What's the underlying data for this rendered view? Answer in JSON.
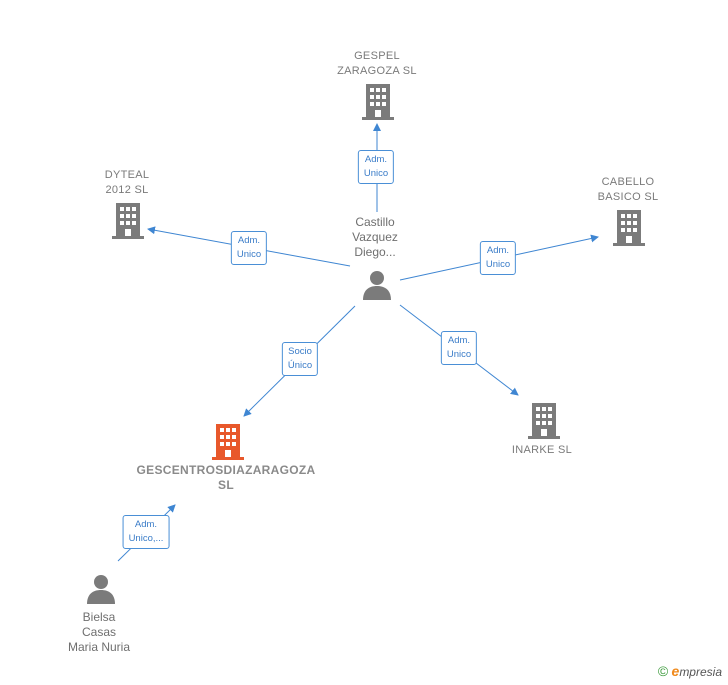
{
  "colors": {
    "building": "#7b7b7b",
    "building_highlight": "#e8582b",
    "person": "#7b7b7b",
    "edge": "#3f86d2"
  },
  "nodes": {
    "gespel": {
      "line1": "GESPEL",
      "line2": "ZARAGOZA  SL"
    },
    "dyteal": {
      "line1": "DYTEAL",
      "line2": "2012 SL"
    },
    "cabello": {
      "line1": "CABELLO",
      "line2": "BASICO SL"
    },
    "inarke": {
      "line1": "INARKE SL"
    },
    "gescentros": {
      "line1": "GESCENTROSDIAZARAGOZA",
      "line2": "SL"
    },
    "castillo": {
      "line1": "Castillo",
      "line2": "Vazquez",
      "line3": "Diego..."
    },
    "bielsa": {
      "line1": "Bielsa",
      "line2": "Casas",
      "line3": "Maria Nuria"
    }
  },
  "edges": {
    "to_gespel": {
      "line1": "Adm.",
      "line2": "Unico"
    },
    "to_dyteal": {
      "line1": "Adm.",
      "line2": "Unico"
    },
    "to_cabello": {
      "line1": "Adm.",
      "line2": "Unico"
    },
    "to_inarke": {
      "line1": "Adm.",
      "line2": "Unico"
    },
    "to_gescentros": {
      "line1": "Socio",
      "line2": "Único"
    },
    "bielsa_to_gescentros": {
      "line1": "Adm.",
      "line2": "Unico,..."
    }
  },
  "brand": {
    "copyright": "©",
    "e": "e",
    "rest": "mpresia"
  }
}
